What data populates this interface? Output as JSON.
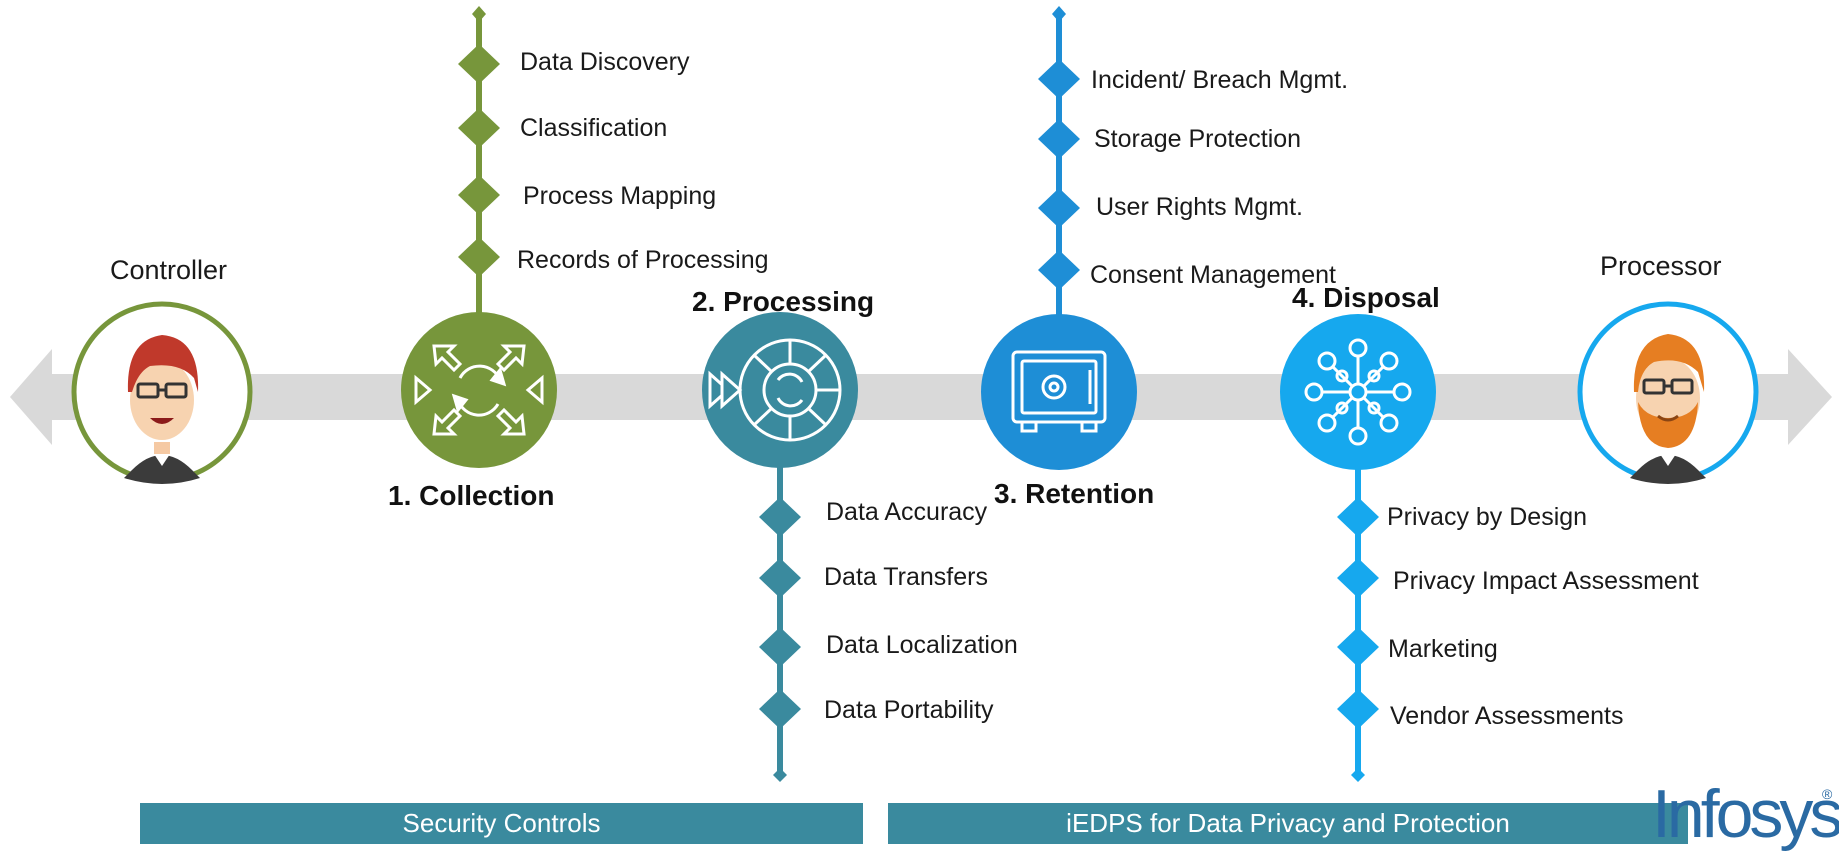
{
  "roles": {
    "controller": "Controller",
    "processor": "Processor"
  },
  "stages": {
    "collection": {
      "label": "1. Collection",
      "color": "#77963b",
      "icon": "arrows-cycle-icon",
      "items": [
        "Data Discovery",
        "Classification",
        "Process Mapping",
        "Records of Processing"
      ]
    },
    "processing": {
      "label": "2. Processing",
      "color": "#3a8a9e",
      "icon": "segmented-ring-cycle-icon",
      "items": [
        "Data Accuracy",
        "Data Transfers",
        "Data Localization",
        "Data Portability"
      ]
    },
    "retention": {
      "label": "3. Retention",
      "color": "#1e8ed6",
      "icon": "safe-vault-icon",
      "items": [
        "Incident/ Breach Mgmt.",
        "Storage Protection",
        "User Rights Mgmt.",
        "Consent Management"
      ]
    },
    "disposal": {
      "label": "4. Disposal",
      "color": "#16a8ee",
      "icon": "network-hub-icon",
      "items": [
        "Privacy by Design",
        "Privacy Impact Assessment",
        "Marketing",
        "Vendor Assessments"
      ]
    }
  },
  "bottom_bars": {
    "left": "Security Controls",
    "right": "iEDPS for Data Privacy and Protection"
  },
  "logo": {
    "text": "Infosys",
    "mark": "®"
  }
}
